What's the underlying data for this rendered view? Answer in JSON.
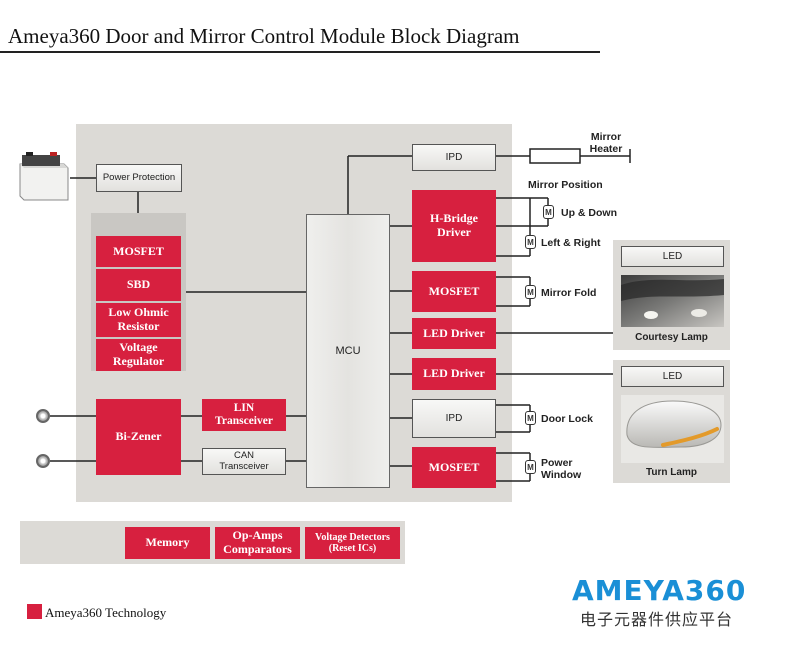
{
  "title": "Ameya360 Door and Mirror Control Module Block Diagram",
  "blocks": {
    "power_protection": "Power Protection",
    "mosfet_power": "MOSFET",
    "sbd": "SBD",
    "low_ohmic_resistor": "Low Ohmic Resistor",
    "voltage_regulator": "Voltage Regulator",
    "bi_zener": "Bi-Zener",
    "lin_transceiver": "LIN Transceiver",
    "can_transceiver": "CAN Transceiver",
    "mcu": "MCU",
    "ipd_top": "IPD",
    "hbridge_driver": "H-Bridge Driver",
    "mosfet_fold": "MOSFET",
    "led_driver_1": "LED Driver",
    "led_driver_2": "LED Driver",
    "ipd_bottom": "IPD",
    "mosfet_window": "MOSFET"
  },
  "loads": {
    "mirror_heater": "Mirror Heater",
    "mirror_position": "Mirror Position",
    "up_down": "Up & Down",
    "left_right": "Left & Right",
    "mirror_fold": "Mirror Fold",
    "door_lock": "Door Lock",
    "power_window": "Power Window",
    "motor_symbol": "M"
  },
  "lamps": {
    "led_1": "LED",
    "courtesy_lamp": "Courtesy Lamp",
    "led_2": "LED",
    "turn_lamp": "Turn Lamp"
  },
  "bottom_bar": {
    "memory": "Memory",
    "op_amps": "Op-Amps Comparators",
    "voltage_detectors": "Voltage Detectors (Reset ICs)"
  },
  "legend": {
    "label": "Ameya360 Technology",
    "color": "#d7203f"
  },
  "logo": {
    "name": "AMEYA360",
    "subtitle": "电子元器件供应平台",
    "color": "#1a8fd6"
  }
}
